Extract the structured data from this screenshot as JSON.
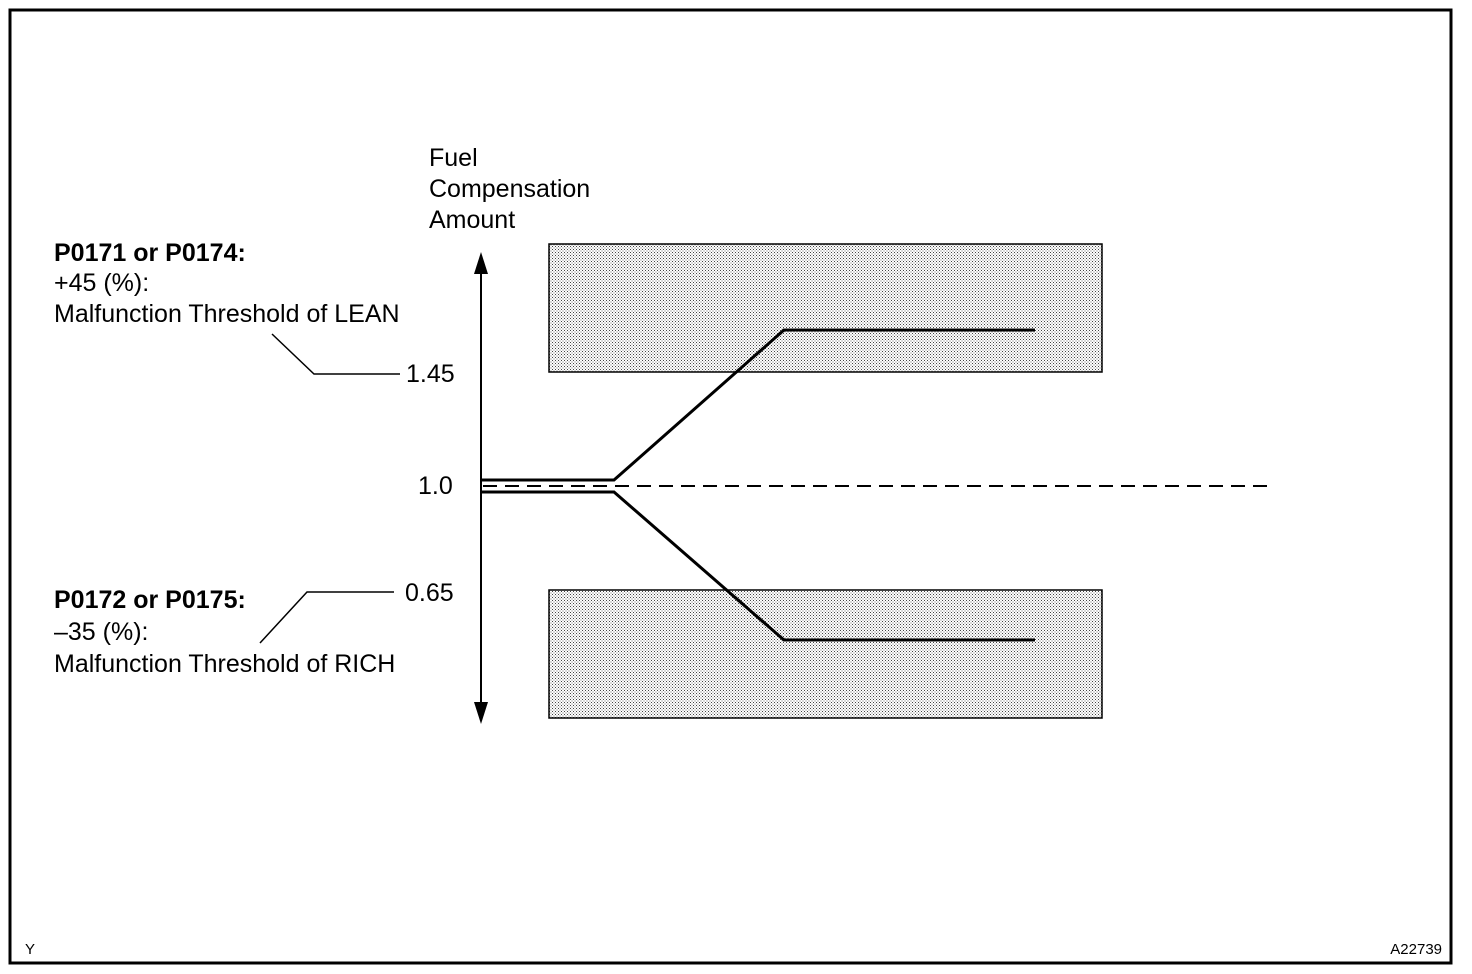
{
  "diagram": {
    "axis_label_lines": [
      "Fuel",
      "Compensation",
      "Amount"
    ],
    "values": {
      "lean_threshold": "1.45",
      "center": "1.0",
      "rich_threshold": "0.65"
    },
    "lean_note": {
      "code": "P0171 or P0174:",
      "percent": "+45 (%):",
      "description": "Malfunction Threshold of LEAN"
    },
    "rich_note": {
      "code": "P0172 or P0175:",
      "percent": "–35 (%):",
      "description": "Malfunction Threshold of RICH"
    },
    "corner_left": "Y",
    "figure_id": "A22739"
  },
  "colors": {
    "ink": "#000000",
    "background": "#ffffff",
    "zone_fill": "#c8c8c8"
  }
}
